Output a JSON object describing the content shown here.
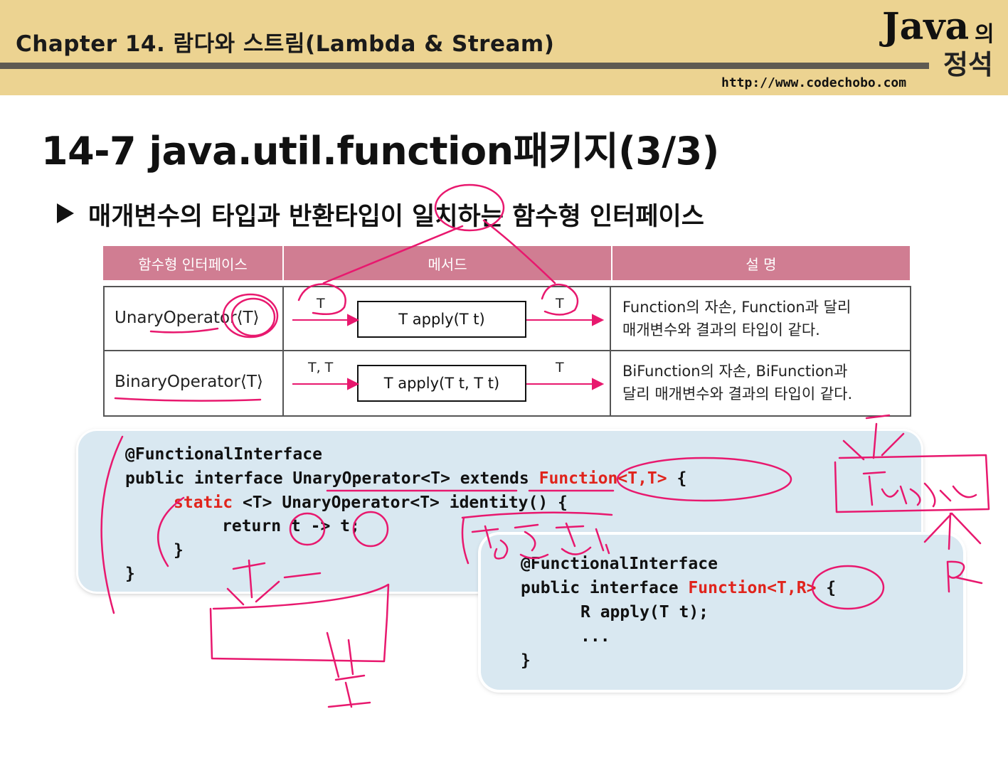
{
  "header": {
    "chapter": "Chapter 14. 람다와 스트림(Lambda & Stream)",
    "logo_java": "Java",
    "logo_ui": "의",
    "logo_jeongseok": "정석",
    "url": "http://www.codechobo.com"
  },
  "slide": {
    "title": "14-7 java.util.function패키지(3/3)",
    "bullet": "매개변수의 타입과 반환타입이 일치하는 함수형 인터페이스"
  },
  "table": {
    "headers": [
      "함수형 인터페이스",
      "메서드",
      "설 명"
    ],
    "rows": [
      {
        "interface": "UnaryOperator⟨T⟩",
        "in_type": "T",
        "method": "T apply(T t)",
        "out_type": "T",
        "desc_line1": "Function의 자손, Function과 달리",
        "desc_line2": "매개변수와 결과의 타입이 같다."
      },
      {
        "interface": "BinaryOperator⟨T⟩",
        "in_type": "T, T",
        "method": "T apply(T t, T t)",
        "out_type": "T",
        "desc_line1": "BiFunction의 자손, BiFunction과",
        "desc_line2": "달리 매개변수와 결과의 타입이 같다."
      }
    ]
  },
  "code_unary": {
    "line1": "@FunctionalInterface",
    "line2_a": "public interface UnaryOperator<T> extends ",
    "line2_b": "Function<T,T>",
    "line2_c": " {",
    "line3_a": "static",
    "line3_b": " <T> UnaryOperator<T> identity() {",
    "line4": "return t -> t;",
    "line5": "}",
    "line6": "}"
  },
  "code_function": {
    "line1": "@FunctionalInterface",
    "line2_a": "public interface ",
    "line2_b": "Function<T,R>",
    "line2_c": " {",
    "line3": "R apply(T t);",
    "line4": "...",
    "line5": "}"
  },
  "colors": {
    "header_bg": "#ecd391",
    "table_header": "#d07d92",
    "code_bg": "#d9e8f1",
    "keyword_red": "#e0241c",
    "ink_pink": "#e8186e"
  }
}
